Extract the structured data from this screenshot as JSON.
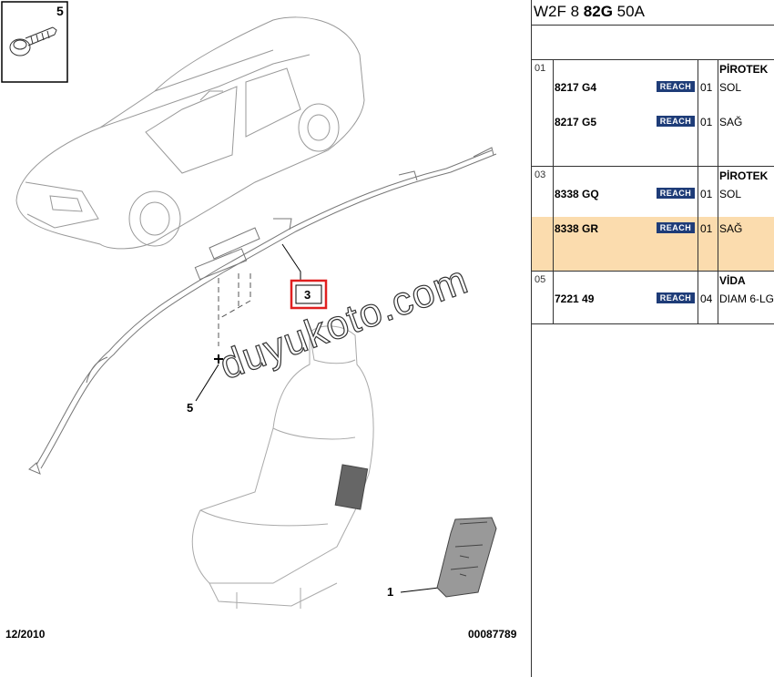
{
  "diagram": {
    "callouts": {
      "part_1": "1",
      "part_3": "3",
      "part_5_top": "5",
      "part_5_bottom": "5"
    },
    "date": "12/2010",
    "reference": "00087789",
    "watermark": "duyukoto.com"
  },
  "header": {
    "code_prefix": "W2F 8 ",
    "code_bold": "82G",
    "code_suffix": " 50A"
  },
  "groups": [
    {
      "num": "01",
      "title": "PİROTEK",
      "rows": [
        {
          "part": "8217 G4",
          "badge": "REACH",
          "qty": "01",
          "desc": "SOL",
          "highlight": false
        },
        {
          "part": "8217 G5",
          "badge": "REACH",
          "qty": "01",
          "desc": "SAĞ",
          "highlight": false
        }
      ]
    },
    {
      "num": "03",
      "title": "PİROTEK",
      "rows": [
        {
          "part": "8338 GQ",
          "badge": "REACH",
          "qty": "01",
          "desc": "SOL",
          "highlight": false
        },
        {
          "part": "8338 GR",
          "badge": "REACH",
          "qty": "01",
          "desc": "SAĞ",
          "highlight": true
        }
      ]
    },
    {
      "num": "05",
      "title": "VİDA",
      "rows": [
        {
          "part": "7221 49",
          "badge": "REACH",
          "qty": "04",
          "desc": "DIAM 6-LG",
          "highlight": false
        }
      ]
    }
  ],
  "colors": {
    "highlight": "#fbdcae",
    "badge": "#1e3c78",
    "callout_box": "#e02020"
  }
}
